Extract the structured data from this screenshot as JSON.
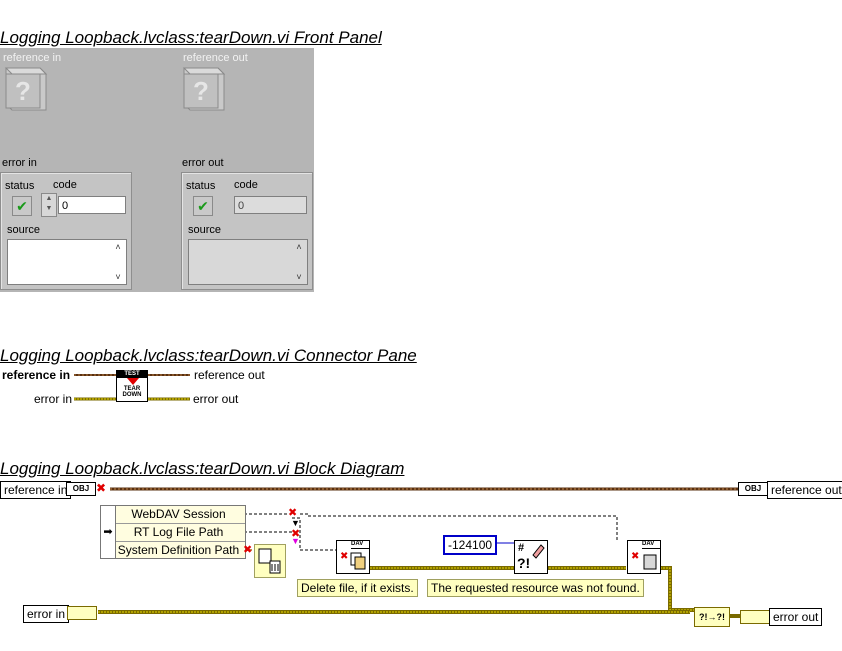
{
  "front_panel": {
    "heading": "Logging Loopback.lvclass:tearDown.vi Front Panel",
    "reference_in_label": "reference in",
    "reference_out_label": "reference out",
    "error_in": {
      "label": "error in",
      "status_label": "status",
      "code_label": "code",
      "code_value": "0",
      "source_label": "source"
    },
    "error_out": {
      "label": "error out",
      "status_label": "status",
      "code_label": "code",
      "code_value": "0",
      "source_label": "source"
    }
  },
  "connector_pane": {
    "heading": "Logging Loopback.lvclass:tearDown.vi Connector Pane",
    "reference_in": "reference in",
    "reference_out": "reference out",
    "error_in": "error in",
    "error_out": "error out",
    "icon_top": "TEST",
    "icon_text_1": "TEAR",
    "icon_text_2": "DOWN"
  },
  "block_diagram": {
    "heading": "Logging Loopback.lvclass:tearDown.vi Block Diagram",
    "reference_in": "reference in",
    "reference_out": "reference out",
    "obj_tag": "OBJ",
    "unbundle_rows": [
      "WebDAV Session",
      "RT Log File Path",
      "System Definition Path"
    ],
    "error_constant": "-124100",
    "comment_delete": "Delete file, if it exists.",
    "comment_not_found": "The requested resource was not found.",
    "error_in": "error in",
    "error_out": "error out",
    "dav_tag": "DAV"
  },
  "colors": {
    "panel_gray": "#b5b5b5",
    "wire_yellow": "#b8a800",
    "wire_dark_yellow": "#7a6a00",
    "class_wire": "#6b3a16",
    "error_blue": "#0000c8",
    "error_red": "#e00000"
  }
}
